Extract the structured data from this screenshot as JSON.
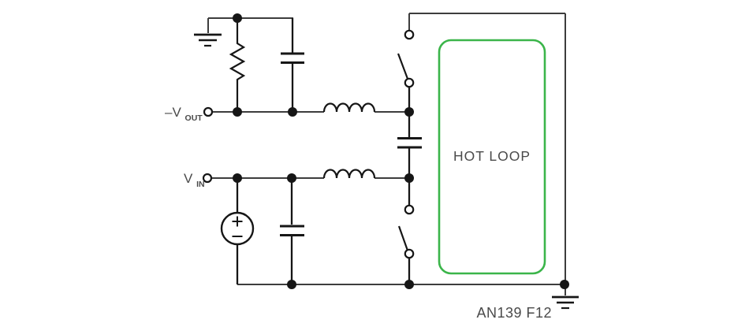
{
  "figure": {
    "type": "circuit-schematic",
    "caption": "AN139 F12",
    "hot_loop": {
      "label": "HOT LOOP"
    },
    "terminals": {
      "vout": {
        "prefix": "–V",
        "subscript": "OUT"
      },
      "vin": {
        "prefix": "V",
        "subscript": "IN"
      }
    },
    "colors": {
      "background": "#ffffff",
      "wire": "#3d3d3d",
      "component": "#161616",
      "text": "#4a4a4a",
      "hot_loop_box": "#3bb54a"
    },
    "components": [
      "ground-symbol-left",
      "resistor",
      "output-capacitor",
      "output-inductor",
      "hot-loop-capacitor",
      "switch-top",
      "switch-bottom",
      "input-inductor",
      "input-capacitor",
      "voltage-source",
      "ground-symbol-right"
    ]
  }
}
